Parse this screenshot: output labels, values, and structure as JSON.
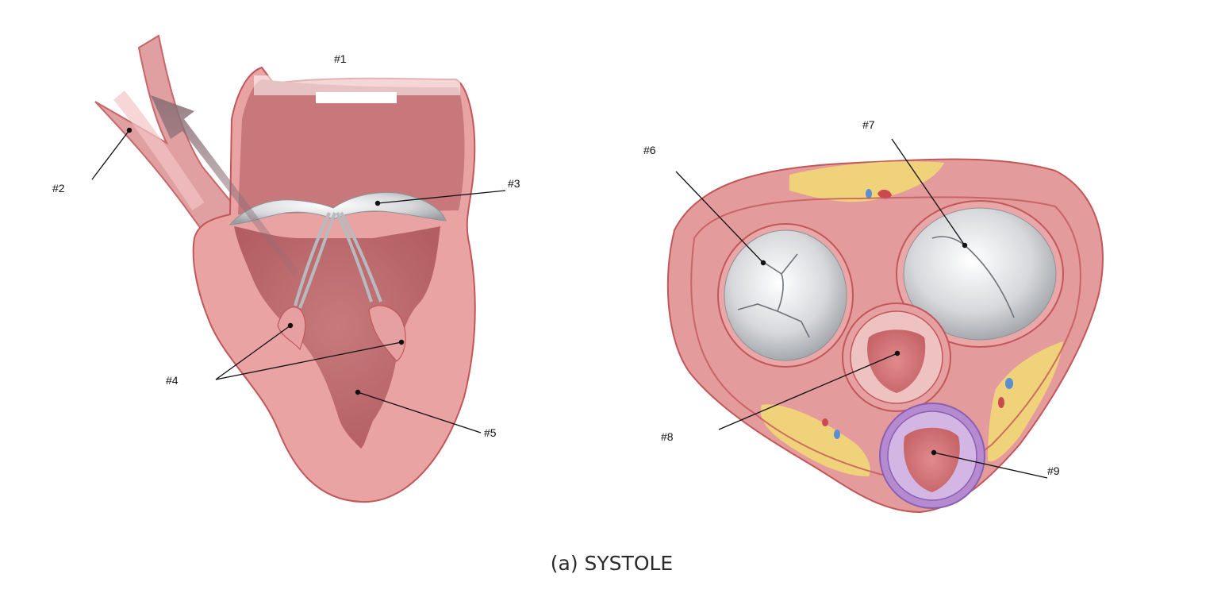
{
  "labels": {
    "l1": "#1",
    "l2": "#2",
    "l3": "#3",
    "l4": "#4",
    "l5": "#5",
    "l6": "#6",
    "l7": "#7",
    "l8": "#8",
    "l9": "#9"
  },
  "caption": "(a) SYSTOLE",
  "colors": {
    "myocardium": "#e9a3a3",
    "chamber": "#c06a6e",
    "outline": "#c2575a",
    "valve": "#d9dcdf",
    "fat": "#f0d27a",
    "pulmonic_ring": "#9f6fc0"
  }
}
